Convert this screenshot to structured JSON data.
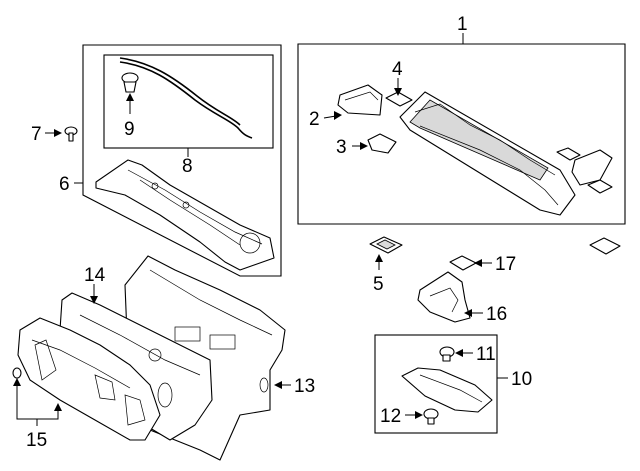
{
  "callouts": {
    "c1": "1",
    "c2": "2",
    "c3": "3",
    "c4": "4",
    "c5": "5",
    "c6": "6",
    "c7": "7",
    "c8": "8",
    "c9": "9",
    "c10": "10",
    "c11": "11",
    "c12": "12",
    "c13": "13",
    "c14": "14",
    "c15": "15",
    "c16": "16",
    "c17": "17"
  },
  "colors": {
    "line": "#000000",
    "background": "#ffffff",
    "shading": "#d9d9d9"
  }
}
